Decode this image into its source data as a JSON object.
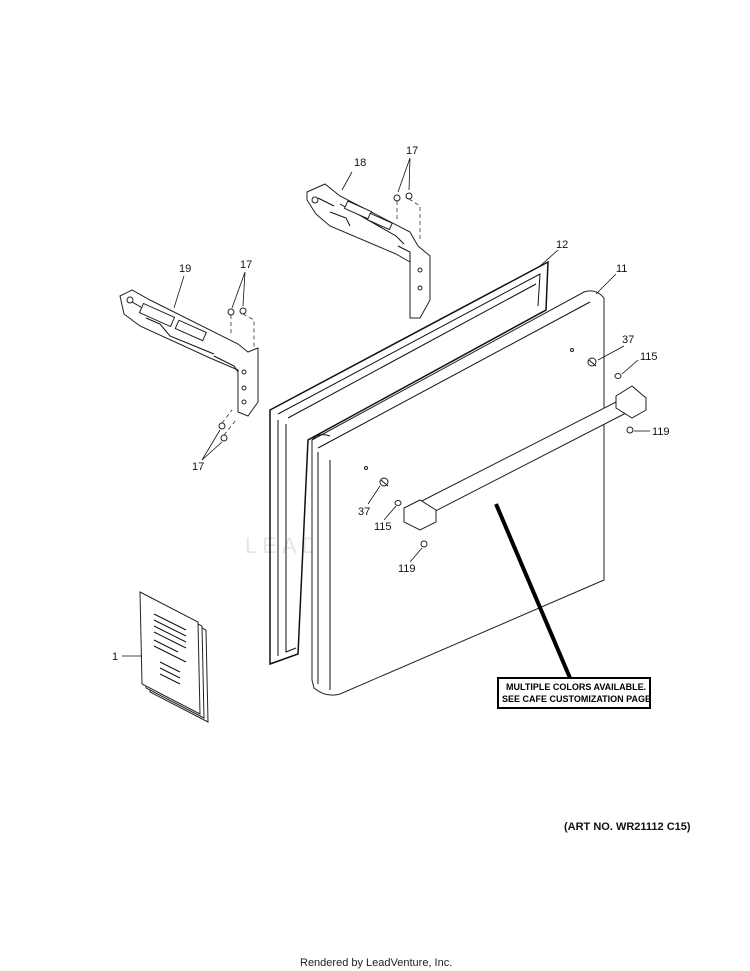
{
  "watermark": "LEADVENTURE",
  "callouts": {
    "c18": "18",
    "c17a": "17",
    "c19": "19",
    "c17b": "17",
    "c17c": "17",
    "c12": "12",
    "c11": "11",
    "c37a": "37",
    "c115a": "115",
    "c119a": "119",
    "c37b": "37",
    "c115b": "115",
    "c119b": "119",
    "c1": "1"
  },
  "notice": {
    "line1": "MULTIPLE COLORS AVAILABLE.",
    "line2": "SEE CAFE CUSTOMIZATION PAGE"
  },
  "art_number": "(ART NO. WR21112 C15)",
  "footer": "Rendered by LeadVenture, Inc."
}
